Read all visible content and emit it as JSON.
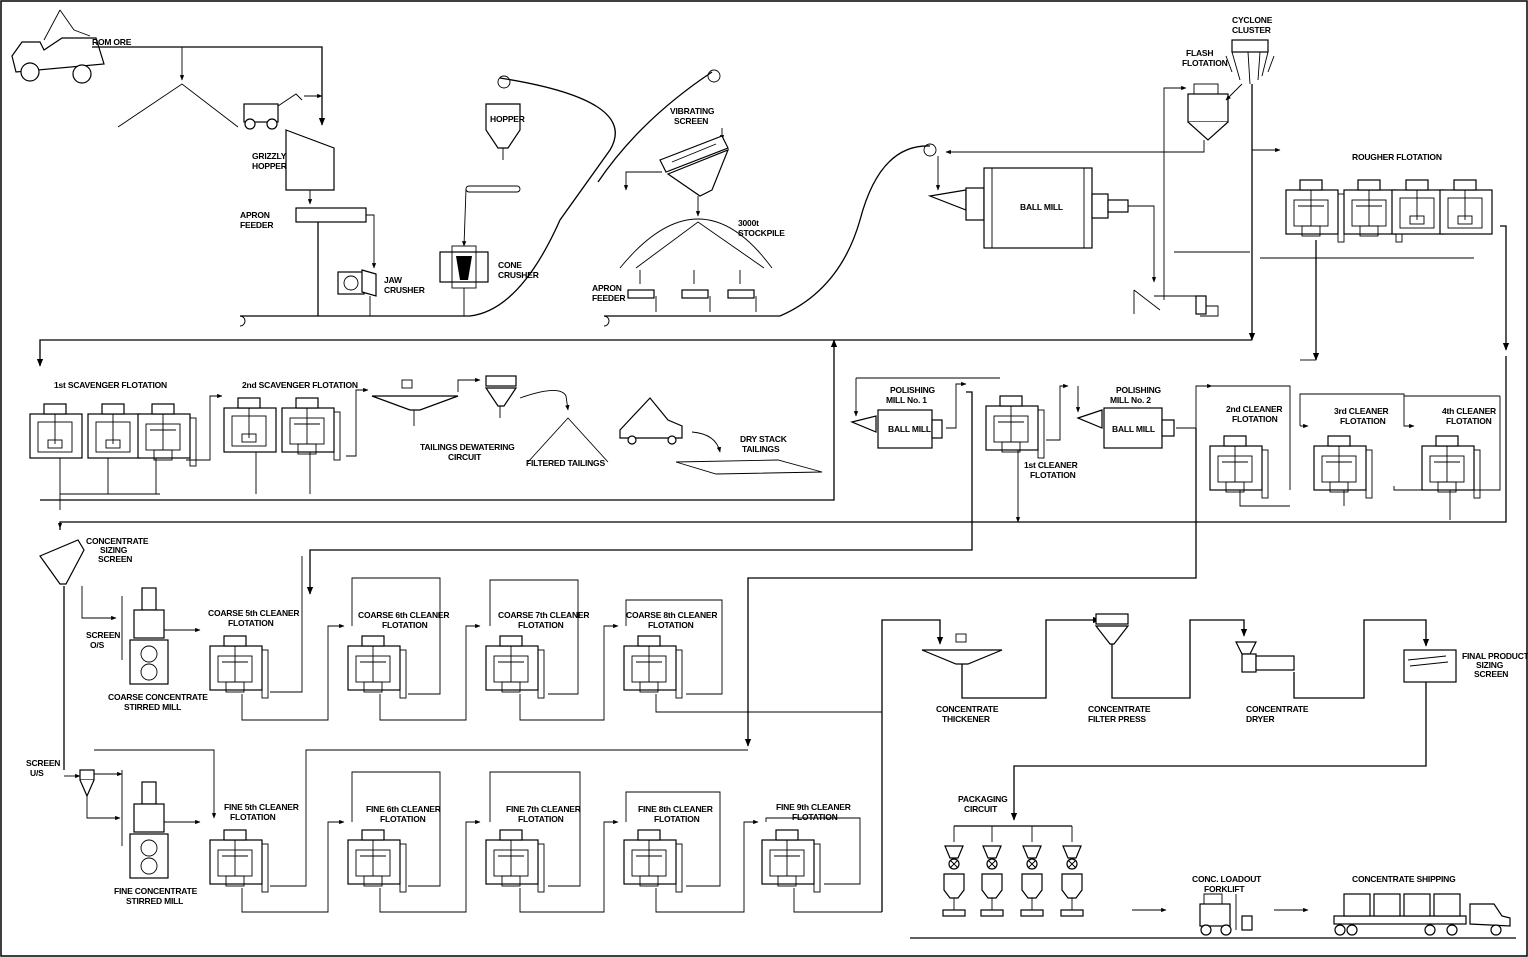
{
  "labels": {
    "rom_ore": "ROM ORE",
    "grizzly_hopper": [
      "GRIZZLY",
      "HOPPER"
    ],
    "apron_feeder_1": [
      "APRON",
      "FEEDER"
    ],
    "jaw_crusher": [
      "JAW",
      "CRUSHER"
    ],
    "hopper": "HOPPER",
    "cone_crusher": [
      "CONE",
      "CRUSHER"
    ],
    "vibrating_screen": [
      "VIBRATING",
      "SCREEN"
    ],
    "stockpile": [
      "3000t",
      "STOCKPILE"
    ],
    "apron_feeder_2": [
      "APRON",
      "FEEDER"
    ],
    "ball_mill": "BALL MILL",
    "flash_flotation": [
      "FLASH",
      "FLOTATION"
    ],
    "cyclone_cluster": [
      "CYCLONE",
      "CLUSTER"
    ],
    "rougher_flotation": "ROUGHER FLOTATION",
    "scavenger_1": "1st SCAVENGER FLOTATION",
    "scavenger_2": "2nd SCAVENGER FLOTATION",
    "tailings_dewatering": [
      "TAILINGS DEWATERING",
      "CIRCUIT"
    ],
    "filtered_tailings": "FILTERED TAILINGS",
    "dry_stack": [
      "DRY STACK",
      "TAILINGS"
    ],
    "polishing_mill_1": [
      "POLISHING",
      "MILL No. 1"
    ],
    "polishing_mill_2": [
      "POLISHING",
      "MILL No. 2"
    ],
    "ball_mill_small": "BALL MILL",
    "cleaner_1": [
      "1st CLEANER",
      "FLOTATION"
    ],
    "cleaner_2": [
      "2nd CLEANER",
      "FLOTATION"
    ],
    "cleaner_3": [
      "3rd CLEANER",
      "FLOTATION"
    ],
    "cleaner_4": [
      "4th CLEANER",
      "FLOTATION"
    ],
    "conc_sizing_screen": [
      "CONCENTRATE",
      "SIZING",
      "SCREEN"
    ],
    "screen_os": [
      "SCREEN",
      "O/S"
    ],
    "screen_us": [
      "SCREEN",
      "U/S"
    ],
    "coarse_stirred_mill": [
      "COARSE CONCENTRATE",
      "STIRRED MILL"
    ],
    "fine_stirred_mill": [
      "FINE CONCENTRATE",
      "STIRRED MILL"
    ],
    "coarse_5": [
      "COARSE 5th CLEANER",
      "FLOTATION"
    ],
    "coarse_6": [
      "COARSE 6th CLEANER",
      "FLOTATION"
    ],
    "coarse_7": [
      "COARSE 7th CLEANER",
      "FLOTATION"
    ],
    "coarse_8": [
      "COARSE 8th CLEANER",
      "FLOTATION"
    ],
    "fine_5": [
      "FINE 5th CLEANER",
      "FLOTATION"
    ],
    "fine_6": [
      "FINE 6th CLEANER",
      "FLOTATION"
    ],
    "fine_7": [
      "FINE 7th CLEANER",
      "FLOTATION"
    ],
    "fine_8": [
      "FINE 8th CLEANER",
      "FLOTATION"
    ],
    "fine_9": [
      "FINE 9th CLEANER",
      "FLOTATION"
    ],
    "conc_thickener": [
      "CONCENTRATE",
      "THICKENER"
    ],
    "conc_filter_press": [
      "CONCENTRATE",
      "FILTER PRESS"
    ],
    "conc_dryer": [
      "CONCENTRATE",
      "DRYER"
    ],
    "final_sizing_screen": [
      "FINAL PRODUCT",
      "SIZING",
      "SCREEN"
    ],
    "packaging_circuit": [
      "PACKAGING",
      "CIRCUIT"
    ],
    "loadout_forklift": [
      "CONC. LOADOUT",
      "FORKLIFT"
    ],
    "conc_shipping": "CONCENTRATE SHIPPING"
  }
}
